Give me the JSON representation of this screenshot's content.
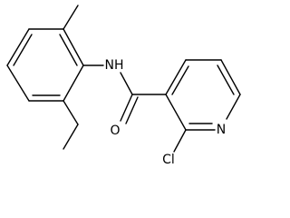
{
  "molecule": {
    "atom_labels": {
      "amide_nh": "NH",
      "carbonyl_o": "O",
      "pyridine_n": "N",
      "chlorine": "Cl"
    }
  },
  "colors": {
    "bond": "#000000",
    "label": "#000000",
    "background": "#ffffff"
  }
}
